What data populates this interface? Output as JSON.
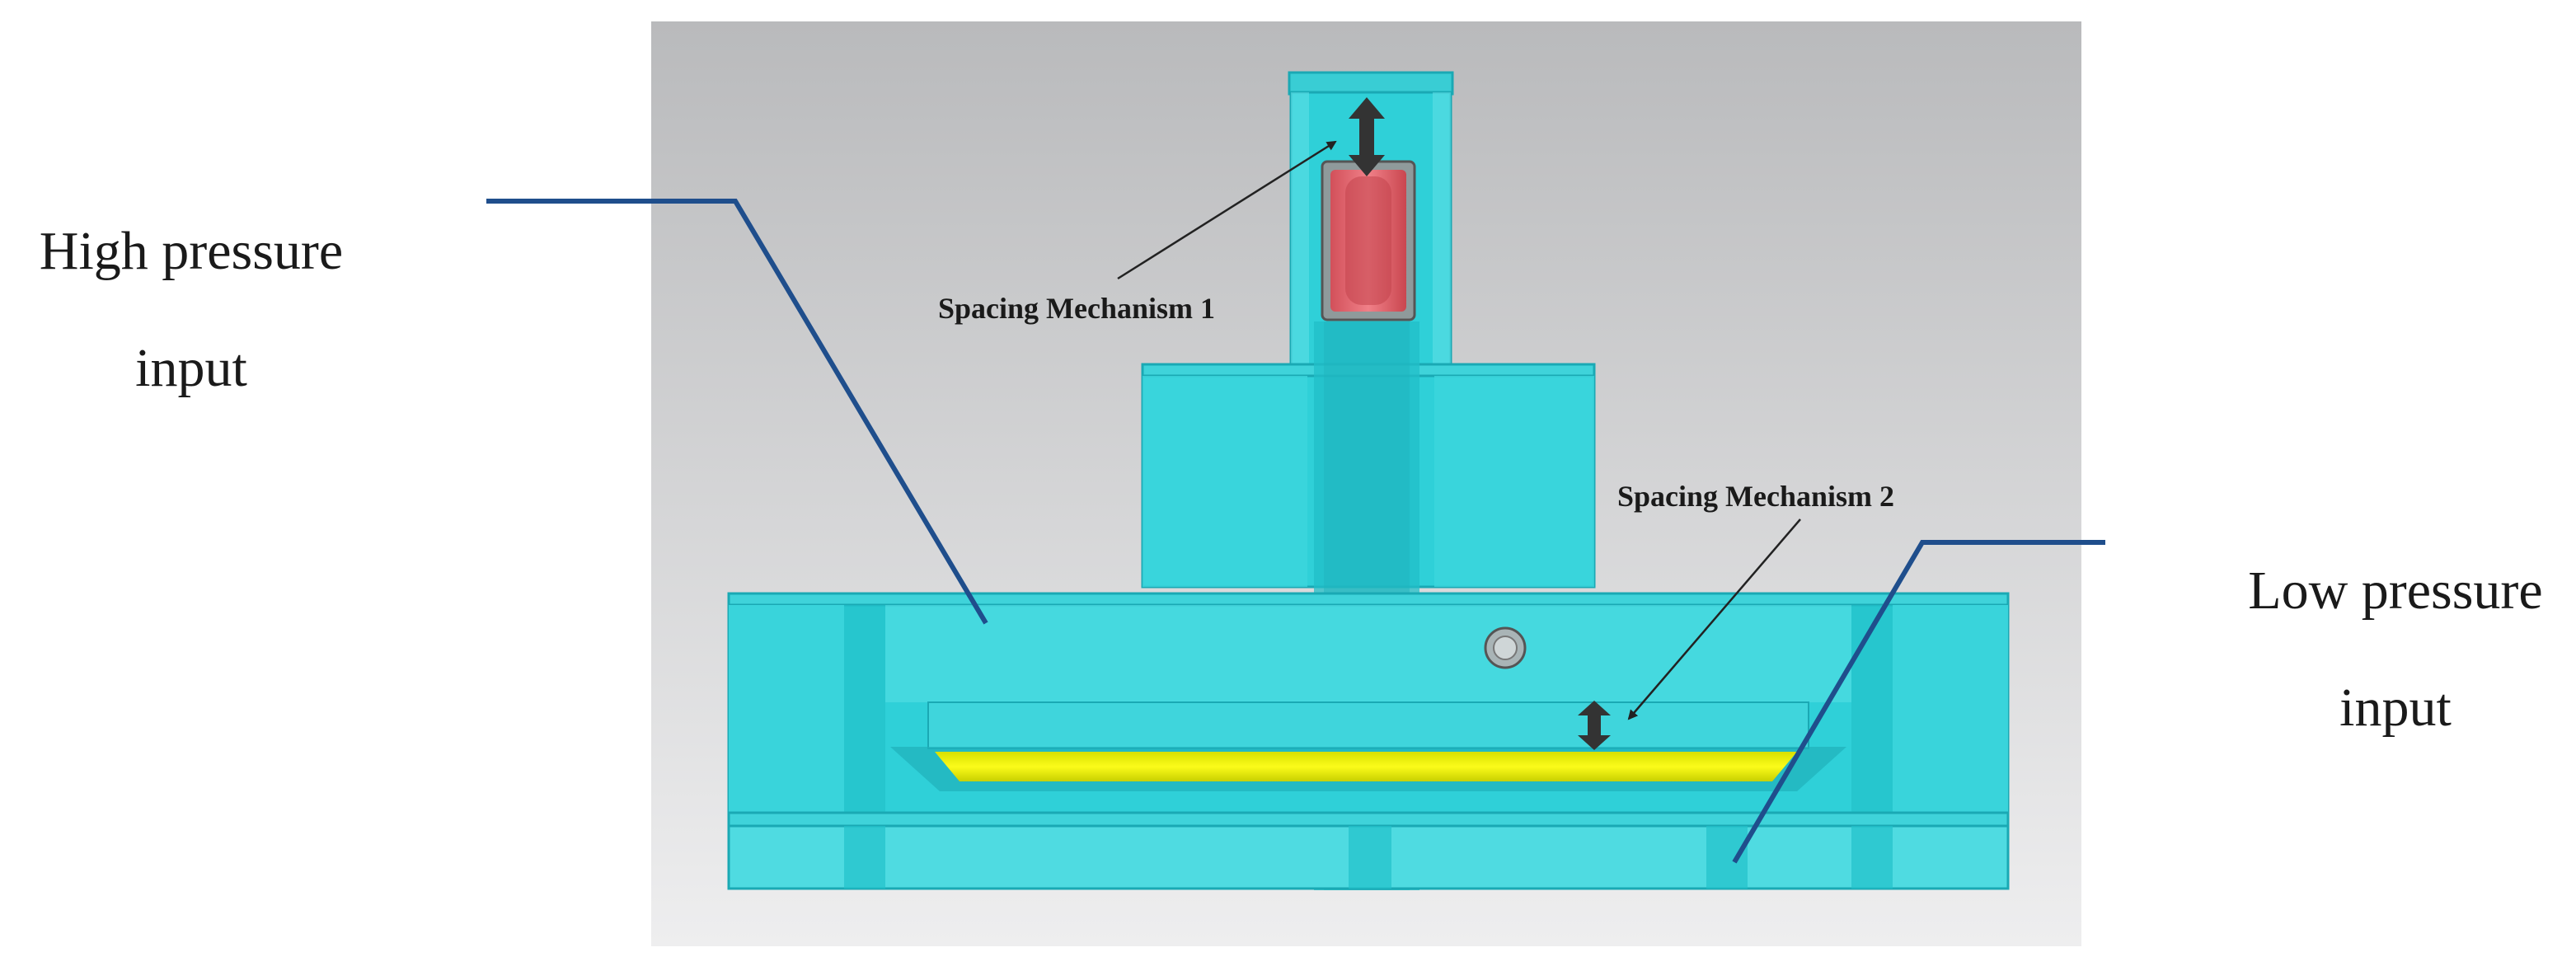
{
  "labels": {
    "high_pressure_line1": "High pressure",
    "high_pressure_line2": "input",
    "low_pressure_line1": "Low pressure",
    "low_pressure_line2": "input",
    "spacing_mechanism_1": "Spacing Mechanism 1",
    "spacing_mechanism_2": "Spacing Mechanism 2"
  },
  "colors": {
    "body": "#2fd0d8",
    "body_light": "#5fe0e6",
    "body_edge": "#1aa9b4",
    "piston": "#e0626a",
    "membrane": "#f2f20a",
    "leader_line": "#1f4e8c",
    "arrow": "#333333",
    "background_top": "#bcbdbf",
    "background_bottom": "#ededee"
  },
  "icons": {
    "spacing_1": "double-arrow-vertical",
    "spacing_2": "double-arrow-vertical"
  }
}
